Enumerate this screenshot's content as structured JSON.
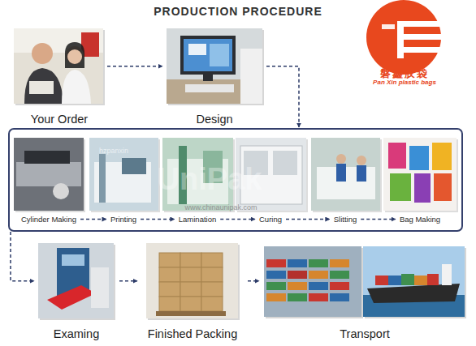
{
  "diagram": {
    "title": "PRODUCTION PROCEDURE",
    "nodes": [
      {
        "text": [
          "Your Order"
        ]
      },
      {
        "text": [
          "Design"
        ]
      },
      {
        "text": []
      },
      {
        "text": [
          "Cylinder Making"
        ],
        "in": 2
      },
      {
        "text": [
          "Printing"
        ],
        "in": 2
      },
      {
        "text": [
          "Lamination"
        ],
        "in": 2
      },
      {
        "text": [
          "Curing"
        ],
        "in": 2
      },
      {
        "text": [
          "Slitting"
        ],
        "in": 2
      },
      {
        "text": [
          "Bag Making"
        ],
        "in": 2
      },
      {
        "text": [
          "Examing"
        ]
      },
      {
        "text": [
          "Finished Packing"
        ]
      },
      {
        "text": [
          "Transport"
        ]
      }
    ],
    "edges": [
      {
        "from": 0,
        "to": 1,
        "arrow": "to"
      },
      {
        "from": 1,
        "to": 2,
        "arrow": "to"
      },
      {
        "from": 3,
        "to": 4,
        "arrow": "to"
      },
      {
        "from": 4,
        "to": 5,
        "arrow": "to"
      },
      {
        "from": 5,
        "to": 6,
        "arrow": "to"
      },
      {
        "from": 6,
        "to": 7,
        "arrow": "to"
      },
      {
        "from": 7,
        "to": 8,
        "arrow": "to"
      },
      {
        "from": 2,
        "to": 9,
        "arrow": "to"
      },
      {
        "from": 9,
        "to": 10,
        "arrow": "to"
      },
      {
        "from": 10,
        "to": 11,
        "arrow": "to"
      }
    ],
    "labels": [
      "磐鑫胶袋",
      "Pan Xin plastic bags",
      "hzpanxin",
      "UniPak",
      "www.chinaunipak.com"
    ]
  }
}
